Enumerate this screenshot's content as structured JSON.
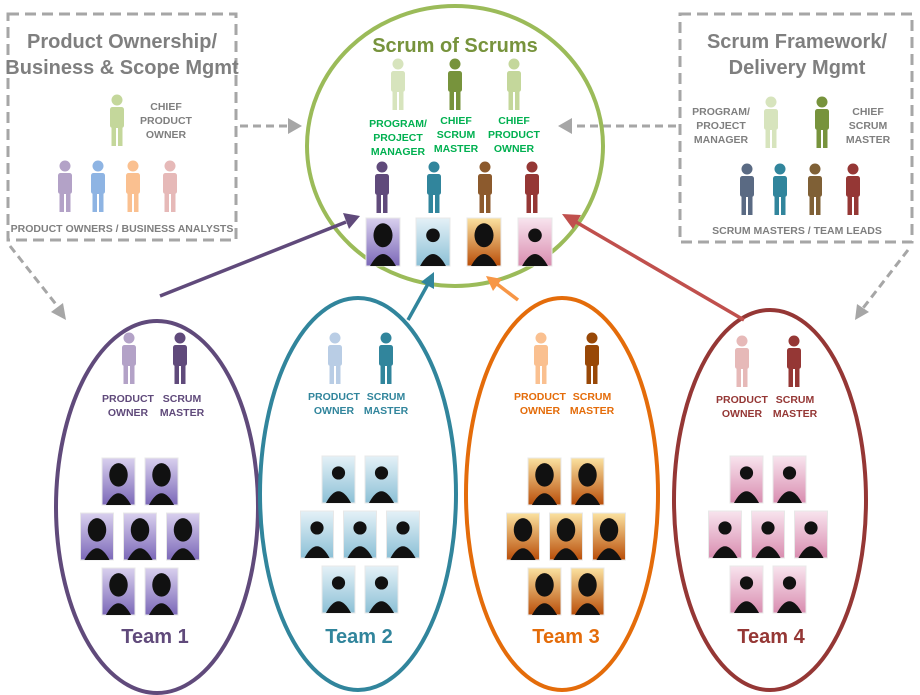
{
  "colors": {
    "gray": "#a6a6a6",
    "gray_text": "#7f7f7f",
    "sos": "#9bbb59",
    "sos_text": "#00b050",
    "team1": "#604a7b",
    "team2": "#31859c",
    "team3": "#e46c0a",
    "team4": "#953735"
  },
  "left_box": {
    "title_line1": "Product Ownership/",
    "title_line2": "Business & Scope Mgmt",
    "chief_line1": "CHIEF",
    "chief_line2": "PRODUCT",
    "chief_line3": "OWNER",
    "footer": "PRODUCT OWNERS / BUSINESS ANALYSTS"
  },
  "right_box": {
    "title_line1": "Scrum Framework/",
    "title_line2": "Delivery Mgmt",
    "pm_line1": "PROGRAM/",
    "pm_line2": "PROJECT",
    "pm_line3": "MANAGER",
    "csm_line1": "CHIEF",
    "csm_line2": "SCRUM",
    "csm_line3": "MASTER",
    "footer": "SCRUM MASTERS / TEAM LEADS"
  },
  "center": {
    "title": "Scrum of Scrums",
    "pm_line1": "PROGRAM/",
    "pm_line2": "PROJECT",
    "pm_line3": "MANAGER",
    "csm_line1": "CHIEF",
    "csm_line2": "SCRUM",
    "csm_line3": "MASTER",
    "cpo_line1": "CHIEF",
    "cpo_line2": "PRODUCT",
    "cpo_line3": "OWNER"
  },
  "teams": [
    {
      "name": "Team 1",
      "po_line1": "PRODUCT",
      "po_line2": "OWNER",
      "sm_line1": "SCRUM",
      "sm_line2": "MASTER"
    },
    {
      "name": "Team 2",
      "po_line1": "PRODUCT",
      "po_line2": "OWNER",
      "sm_line1": "SCRUM",
      "sm_line2": "MASTER"
    },
    {
      "name": "Team 3",
      "po_line1": "PRODUCT",
      "po_line2": "OWNER",
      "sm_line1": "SCRUM",
      "sm_line2": "MASTER"
    },
    {
      "name": "Team 4",
      "po_line1": "PRODUCT",
      "po_line2": "OWNER",
      "sm_line1": "SCRUM",
      "sm_line2": "MASTER"
    }
  ]
}
